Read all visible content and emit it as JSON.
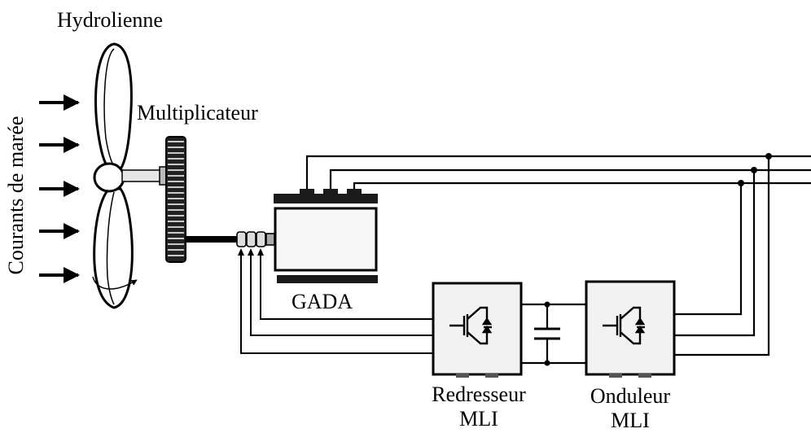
{
  "labels": {
    "turbine": "Hydrolienne",
    "gearbox": "Multiplicateur",
    "currents": "Courants de marée",
    "generator": "GADA",
    "rectifier_line1": "Redresseur",
    "rectifier_line2": "MLI",
    "inverter_line1": "Onduleur",
    "inverter_line2": "MLI"
  },
  "colors": {
    "line": "#000000",
    "background": "#ffffff",
    "box_fill": "#f2f2f2"
  }
}
